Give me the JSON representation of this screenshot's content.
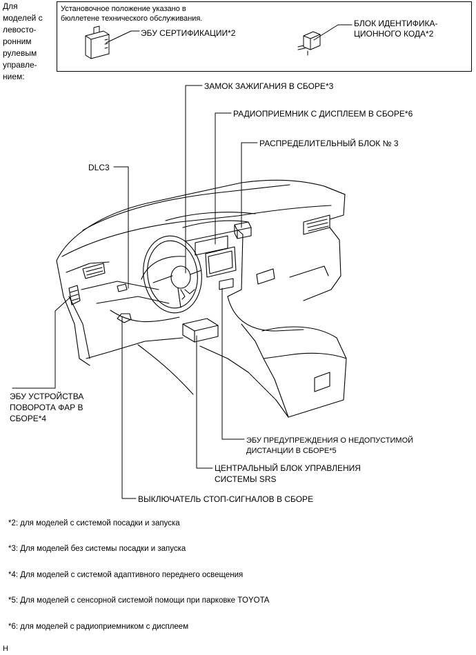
{
  "side_note": [
    "Для",
    "моделей с",
    "левосто-",
    "ронним",
    "рулевым",
    "управле-",
    "нием:"
  ],
  "box": {
    "note": [
      "Установочное положение указано в",
      "бюллетене технического обслуживания."
    ],
    "ecu_cert": "ЭБУ СЕРТИФИКАЦИИ*2",
    "id_block": [
      "БЛОК ИДЕНТИФИКА-",
      "ЦИОННОГО КОДА*2"
    ]
  },
  "labels": {
    "ignition": "ЗАМОК ЗАЖИГАНИЯ В СБОРЕ*3",
    "radio": "РАДИОПРИЕМНИК С ДИСПЛЕЕМ В СБОРЕ*6",
    "junction": "РАСПРЕДЕЛИТЕЛЬНЫЙ БЛОК № 3",
    "dlc3": "DLC3",
    "headlamp": [
      "ЭБУ УСТРОЙСТВА",
      "ПОВОРОТА ФАР В",
      "СБОРЕ*4"
    ],
    "clearance": [
      "ЭБУ ПРЕДУПРЕЖДЕНИЯ О НЕДОПУСТИМОЙ",
      "ДИСТАНЦИИ В СБОРЕ*5"
    ],
    "srs": [
      "ЦЕНТРАЛЬНЫЙ БЛОК УПРАВЛЕНИЯ",
      "СИСТЕМЫ SRS"
    ],
    "stop": "ВЫКЛЮЧАТЕЛЬ СТОП-СИГНАЛОВ В СБОРЕ"
  },
  "footnotes": [
    "*2: для моделей с системой посадки и запуска",
    "*3: Для моделей без системы посадки и запуска",
    "*4: Для моделей с системой адаптивного переднего освещения",
    "*5: Для моделей с сенсорной системой помощи при парковке TOYOTA",
    "*6: для моделей с радиоприемником с дисплеем"
  ],
  "corner_mark": "H"
}
